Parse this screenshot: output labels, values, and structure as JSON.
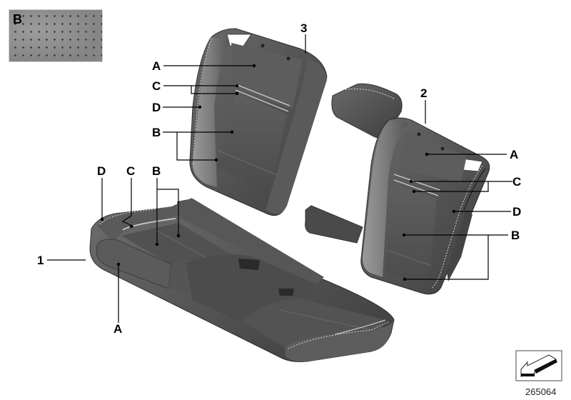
{
  "diagram": {
    "type": "exploded parts diagram",
    "subject": "Rear seat upholstery covers",
    "reference_number": "265064",
    "material_swatch": {
      "label": "B",
      "description": "perforated leather texture"
    },
    "parts": [
      {
        "number": "1",
        "name": "seat cushion cover"
      },
      {
        "number": "2",
        "name": "right backrest cover"
      },
      {
        "number": "3",
        "name": "left backrest cover"
      }
    ],
    "callouts": {
      "part3": {
        "number": "3",
        "A": "A",
        "C": "C",
        "D": "D",
        "B": "B"
      },
      "part2": {
        "number": "2",
        "A": "A",
        "C": "C",
        "D": "D",
        "B": "B"
      },
      "part1": {
        "number": "1",
        "D": "D",
        "C": "C",
        "B": "B",
        "A": "A"
      }
    },
    "direction_icon": "front-direction-arrow-icon",
    "colors": {
      "upholstery_dark": "#4a4a4a",
      "upholstery_mid": "#5e5e5e",
      "upholstery_light": "#8a8a8a",
      "stitching": "#d8d8d8",
      "label_text": "#000000",
      "background": "#ffffff"
    }
  }
}
